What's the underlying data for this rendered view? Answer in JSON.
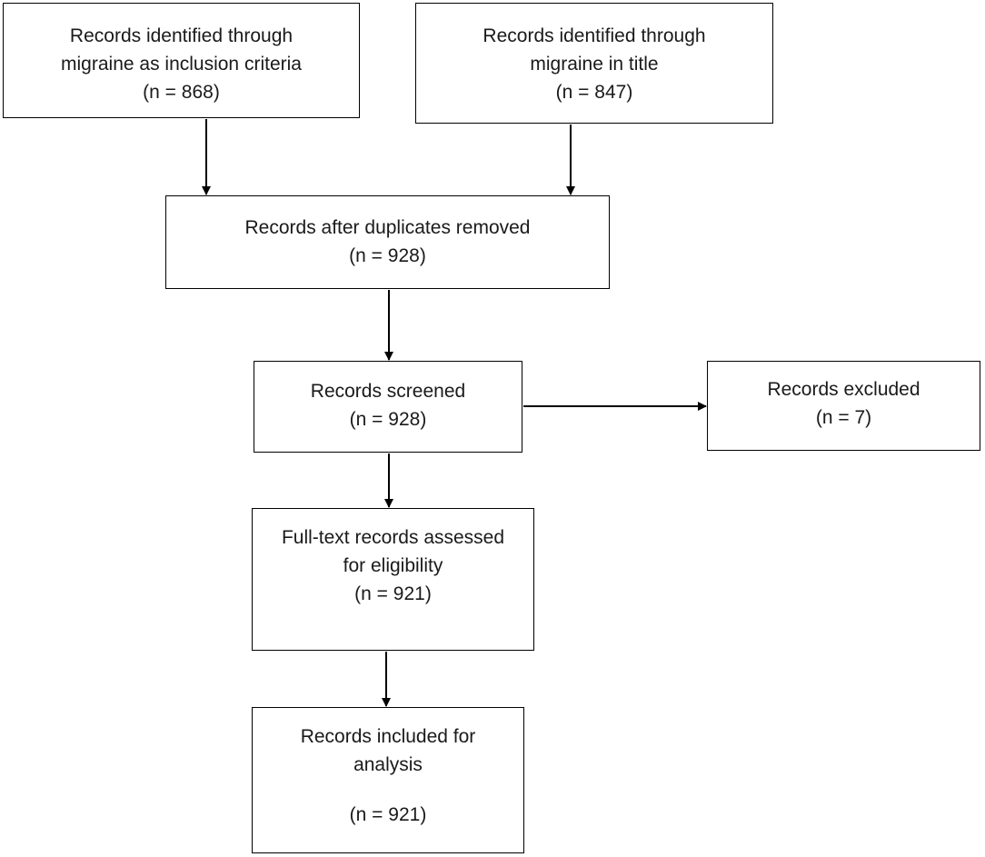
{
  "boxes": {
    "identified_inclusion": {
      "lines": [
        "Records identified through",
        "migraine as inclusion criteria"
      ],
      "count": "(n = 868)"
    },
    "identified_title": {
      "lines": [
        "Records identified through",
        "migraine in title"
      ],
      "count": "(n = 847)"
    },
    "after_duplicates": {
      "lines": [
        "Records after duplicates removed"
      ],
      "count": "(n = 928)"
    },
    "screened": {
      "lines": [
        "Records screened"
      ],
      "count": "(n = 928)"
    },
    "excluded": {
      "lines": [
        "Records excluded"
      ],
      "count": "(n = 7)"
    },
    "full_text": {
      "lines": [
        "Full-text records assessed",
        "for eligibility"
      ],
      "count": "(n = 921)"
    },
    "included": {
      "lines": [
        "Records included for",
        "analysis"
      ],
      "count": "(n = 921)"
    }
  },
  "colors": {
    "border": "#000000",
    "text": "#1a1a1a",
    "background": "#ffffff"
  }
}
